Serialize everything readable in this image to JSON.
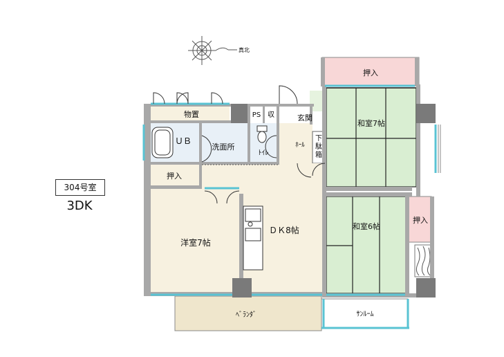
{
  "unit": {
    "room_number": "304号室",
    "layout_type": "3DK"
  },
  "compass": {
    "north_label": "真北"
  },
  "rooms": {
    "closet_top": "押入",
    "washitsu_7": "和室7帖",
    "washitsu_6": "和室6帖",
    "closet_right": "押入",
    "storage": "物置",
    "ps": "PS",
    "shu": "収",
    "genkan": "玄関",
    "ub": "ＵＢ",
    "senmenjo": "洗面所",
    "toilet": "ﾄｲﾚ",
    "hall": "ﾎｰﾙ",
    "getabako_1": "下",
    "getabako_2": "駄",
    "getabako_3": "箱",
    "closet_left": "押入",
    "yoshitsu": "洋室7帖",
    "dk": "ＤＫ8帖",
    "veranda": "ﾍﾞﾗﾝﾀﾞ",
    "sunroom": "ｻﾝﾙｰﾑ"
  },
  "colors": {
    "wall": "#a8a8a8",
    "wall_dark": "#7a7a7a",
    "floor_wood": "#f7f1e0",
    "tatami": "#d9eed2",
    "closet_pink": "#f8d7d7",
    "window": "#59c3d3",
    "veranda": "#efe6cc",
    "entry_green": "#e6f3df"
  }
}
